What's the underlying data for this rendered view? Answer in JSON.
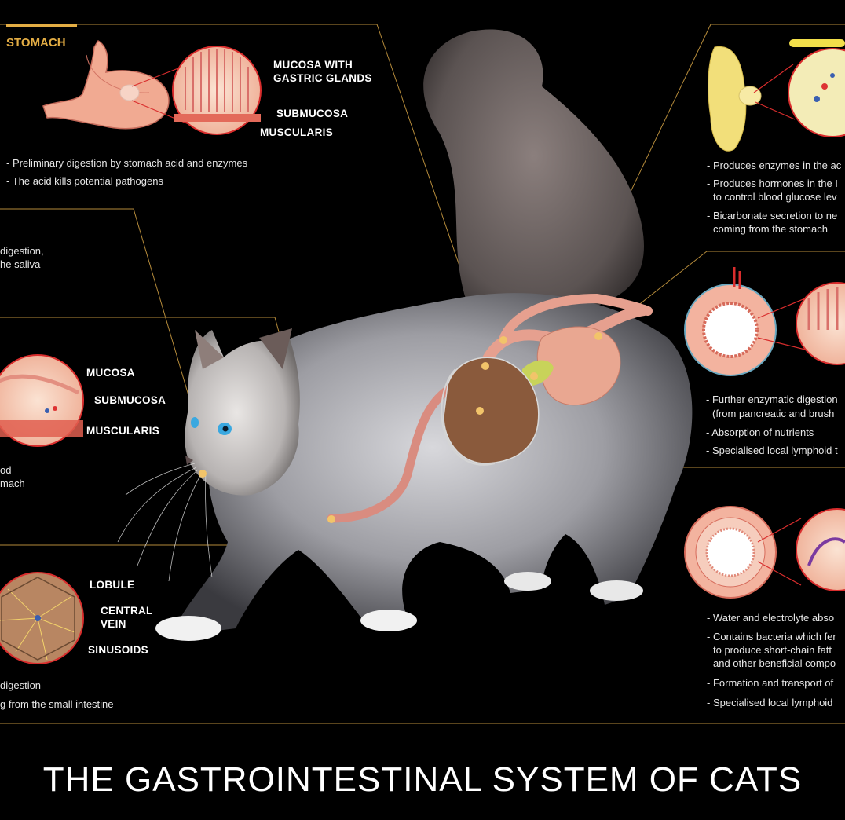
{
  "title": "THE GASTROINTESTINAL SYSTEM OF CATS",
  "colors": {
    "background": "#000000",
    "accent_gold": "#e3ad44",
    "tissue_pink": "#f2a28f",
    "tissue_red": "#d9473a"
  },
  "stomach": {
    "header": "STOMACH",
    "labels": [
      "MUCOSA WITH",
      "GASTRIC GLANDS",
      "SUBMUCOSA",
      "MUSCULARIS"
    ],
    "bullets": [
      "- Preliminary digestion by stomach acid and enzymes",
      "- The acid kills potential pathogens"
    ]
  },
  "mouth": {
    "bullets": [
      "digestion,",
      "he saliva"
    ]
  },
  "esophagus": {
    "labels": [
      "MUCOSA",
      "SUBMUCOSA",
      "MUSCULARIS"
    ],
    "bullets": [
      "od",
      "mach"
    ]
  },
  "liver": {
    "labels": [
      "LOBULE",
      "CENTRAL",
      "VEIN",
      "SINUSOIDS"
    ],
    "bullets": [
      "digestion",
      "g from the small intestine"
    ]
  },
  "pancreas": {
    "bullets": [
      "- Produces enzymes in the ac",
      "- Produces hormones in the I",
      "to control blood glucose lev",
      "- Bicarbonate secretion to ne",
      "coming from the stomach"
    ]
  },
  "small_intestine": {
    "bullets": [
      "- Further enzymatic digestion",
      "(from pancreatic and brush",
      "- Absorption of nutrients",
      "- Specialised local lymphoid t"
    ]
  },
  "large_intestine": {
    "bullets": [
      "- Water and electrolyte abso",
      "- Contains bacteria which fer",
      "to produce short-chain fatt",
      "and other beneficial compo",
      "- Formation and transport of",
      "- Specialised local lymphoid"
    ]
  }
}
